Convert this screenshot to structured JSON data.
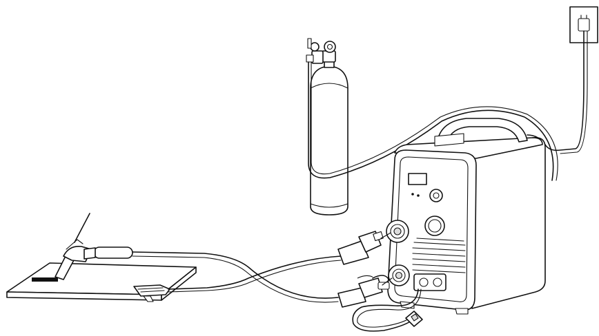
{
  "figure": {
    "components": [
      {
        "id": "wall-socket",
        "icon": "wall-socket-icon"
      },
      {
        "id": "gas-cylinder",
        "icon": "gas-cylinder-icon"
      },
      {
        "id": "gas-regulator",
        "icon": "regulator-icon"
      },
      {
        "id": "welding-machine",
        "icon": "welder-icon"
      },
      {
        "id": "tig-torch",
        "icon": "torch-icon"
      },
      {
        "id": "workpiece",
        "icon": "workpiece-icon"
      },
      {
        "id": "ground-clamp",
        "icon": "clamp-icon"
      },
      {
        "id": "torch-connector",
        "icon": "connector-icon"
      },
      {
        "id": "control-cable-connector",
        "icon": "connector-icon"
      }
    ],
    "colors": {
      "line": "#111111",
      "background": "#ffffff"
    }
  }
}
